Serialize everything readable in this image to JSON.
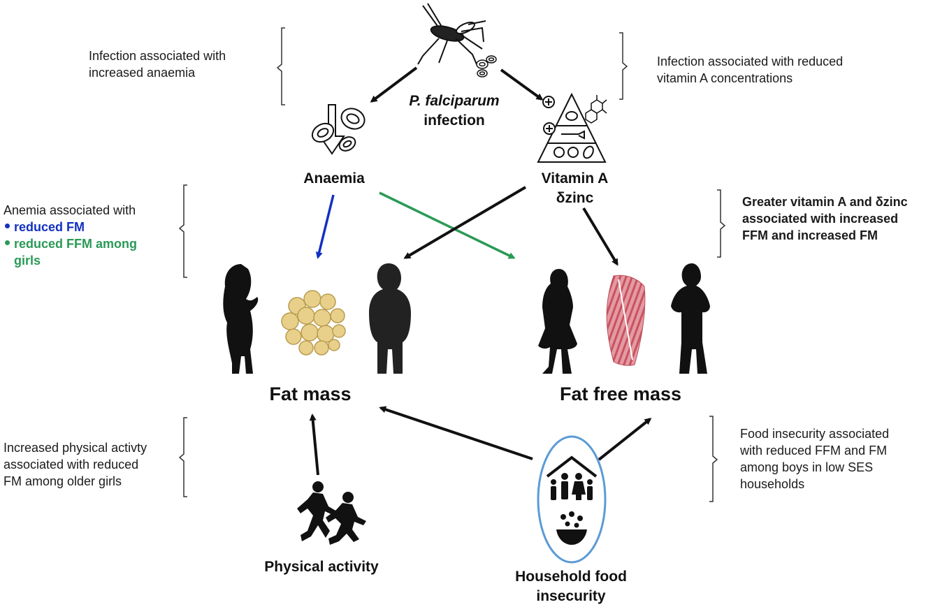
{
  "nodes": {
    "infection_line1": "P. falciparum",
    "infection_line2": "infection",
    "anaemia": "Anaemia",
    "vitamin_line1": "Vitamin A",
    "vitamin_line2": "δzinc",
    "fat_mass": "Fat mass",
    "fat_free_mass": "Fat free mass",
    "physical_activity": "Physical activity",
    "food_line1": "Household food",
    "food_line2": "insecurity"
  },
  "notes": {
    "top_left": [
      "Infection associated with",
      "increased anaemia"
    ],
    "top_right": [
      "Infection associated with reduced",
      "vitamin A concentrations"
    ],
    "mid_left_title": "Anemia associated with",
    "mid_left_bullet1": "reduced FM",
    "mid_left_bullet2": [
      "reduced FFM among",
      "girls"
    ],
    "mid_right": [
      "Greater vitamin A and δzinc",
      "associated with increased",
      "FFM and increased FM"
    ],
    "bottom_left": [
      "Increased physical activty",
      "associated with reduced",
      "FM among older girls"
    ],
    "bottom_right": [
      "Food insecurity associated",
      "with reduced FFM and FM",
      "among boys in low SES",
      "households"
    ]
  },
  "colors": {
    "arrow_black": "#111111",
    "arrow_blue": "#1330c0",
    "arrow_green": "#2a9a56",
    "household_ring": "#5b9bd5",
    "fat_cell": "#e8d08a",
    "muscle": "#d9727e"
  },
  "icons": [
    "mosquito-icon",
    "red-blood-cells-icon",
    "anaemia-cells-icon",
    "food-pyramid-icon",
    "molecule-icon",
    "child-silhouette-icon",
    "fat-cells-icon",
    "muscle-icon",
    "running-children-icon",
    "household-family-icon",
    "food-bowl-icon"
  ]
}
